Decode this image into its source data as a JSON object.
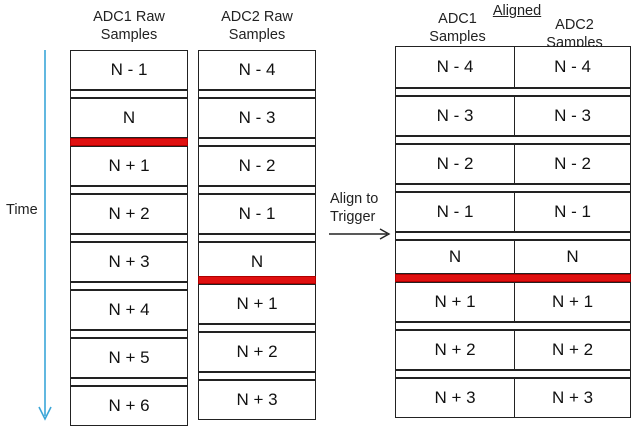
{
  "headers": {
    "adc1_raw_line1": "ADC1 Raw",
    "adc1_raw_line2": "Samples",
    "adc2_raw_line1": "ADC2 Raw",
    "adc2_raw_line2": "Samples",
    "aligned": "Aligned",
    "adc1_line1": "ADC1",
    "adc1_line2": "Samples",
    "adc2_line1": "ADC2",
    "adc2_line2": "Samples"
  },
  "time_label": "Time",
  "align_label_line1": "Align to",
  "align_label_line2": "Trigger",
  "adc1_raw": [
    "N - 1",
    "N",
    "N + 1",
    "N + 2",
    "N + 3",
    "N + 4",
    "N + 5",
    "N + 6"
  ],
  "adc2_raw": [
    "N - 4",
    "N - 3",
    "N - 2",
    "N - 1",
    "N",
    "N + 1",
    "N + 2",
    "N + 3"
  ],
  "aligned_adc1": [
    "N - 4",
    "N - 3",
    "N - 2",
    "N - 1",
    "N",
    "N + 1",
    "N + 2",
    "N + 3"
  ],
  "aligned_adc2": [
    "N - 4",
    "N - 3",
    "N - 2",
    "N - 1",
    "N",
    "N + 1",
    "N + 2",
    "N + 3"
  ],
  "colors": {
    "trigger": "#e01010",
    "time_arrow": "#3aa6d8"
  }
}
